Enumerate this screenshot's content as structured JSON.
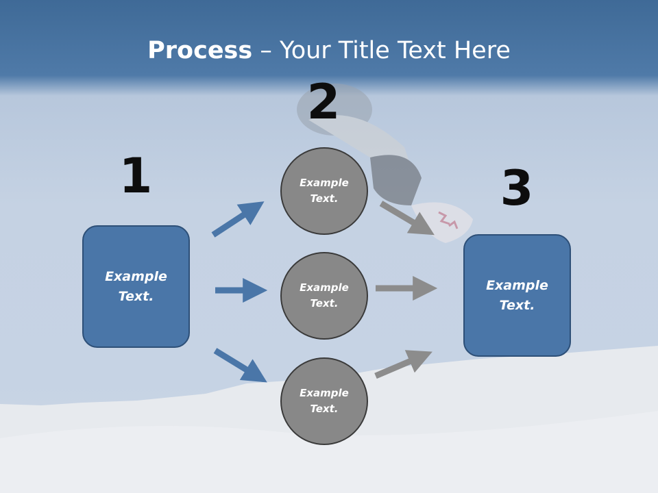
{
  "slide": {
    "title_bold": "Process",
    "title_rest": " – Your Title Text Here",
    "steps": [
      {
        "number": "1",
        "text": "Example\nText."
      },
      {
        "number": "2",
        "circles": [
          "Example\nText.",
          "Example\nText.",
          "Example\nText."
        ]
      },
      {
        "number": "3",
        "text": "Example\nText."
      }
    ]
  },
  "colors": {
    "box_fill": "#4a76a8",
    "circle_fill": "#888888",
    "blue_arrow": "#4a76a8",
    "gray_arrow": "#8c8c8c"
  }
}
